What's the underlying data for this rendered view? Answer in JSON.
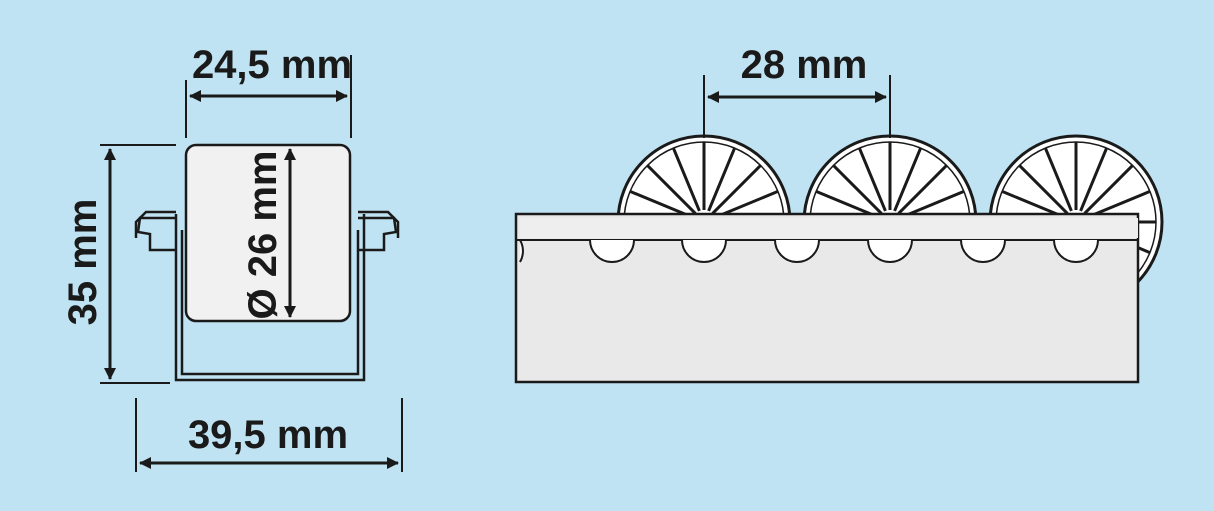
{
  "dimensions": {
    "roller_width": "24,5 mm",
    "roller_height": "35 mm",
    "roller_diameter": "Ø 26 mm",
    "bracket_width": "39,5 mm",
    "wheel_pitch": "28 mm"
  },
  "colors": {
    "background": "#bfe3f2",
    "line": "#1a1a1a",
    "roller_fill": "#f1f1f1",
    "rail_fill": "#e9e9e9",
    "wheel_fill": "#ffffff"
  }
}
